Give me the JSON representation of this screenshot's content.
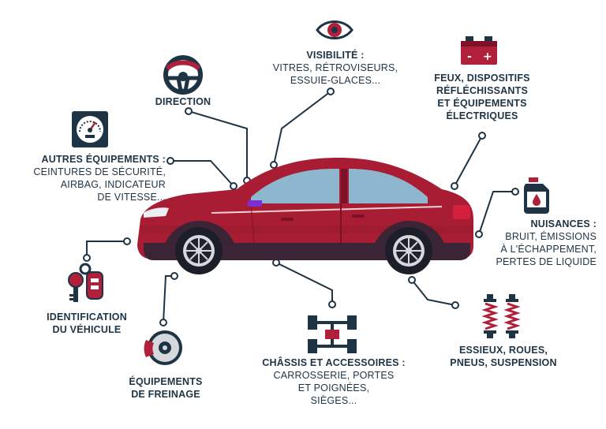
{
  "labels": {
    "visibilite": {
      "title": "VISIBILITÉ :",
      "lines": [
        "VITRES, RÉTROVISEURS,",
        "ESSUIE-GLACES..."
      ]
    },
    "direction": {
      "title": "DIRECTION"
    },
    "feux": {
      "lines": [
        "FEUX, DISPOSITIFS",
        "RÉFLÉCHISSANTS",
        "ET ÉQUIPEMENTS",
        "ÉLECTRIQUES"
      ]
    },
    "autres": {
      "title": "AUTRES ÉQUIPEMENTS :",
      "lines": [
        "CEINTURES DE SÉCURITÉ,",
        "AIRBAG, INDICATEUR",
        "DE VITESSE..."
      ]
    },
    "nuisances": {
      "title": "NUISANCES :",
      "lines": [
        "BRUIT, ÉMISSIONS",
        "À L'ÉCHAPPEMENT,",
        "PERTES DE LIQUIDE"
      ]
    },
    "identification": {
      "lines": [
        "IDENTIFICATION",
        "DU VÉHICULE"
      ]
    },
    "freinage": {
      "lines": [
        "ÉQUIPEMENTS",
        "DE FREINAGE"
      ]
    },
    "chassis": {
      "title": "CHÂSSIS ET ACCESSOIRES :",
      "lines": [
        "CARROSSERIE, PORTES",
        "ET POIGNÉES,",
        "SIÈGES..."
      ]
    },
    "essieux": {
      "lines": [
        "ESSIEUX, ROUES,",
        "PNEUS, SUSPENSION"
      ]
    }
  },
  "colors": {
    "navy": "#1e3445",
    "red": "#b0203a",
    "car_red": "#a81d33",
    "car_dark": "#7d1226",
    "glass": "#8fb6cf",
    "grey": "#e3e6ea",
    "purple": "#7b2fd0"
  },
  "icons": [
    "eye-icon",
    "steering-wheel-icon",
    "battery-icon",
    "speedometer-icon",
    "oil-can-icon",
    "car-keys-icon",
    "brake-disc-icon",
    "chassis-axle-icon",
    "shock-absorber-icon"
  ]
}
